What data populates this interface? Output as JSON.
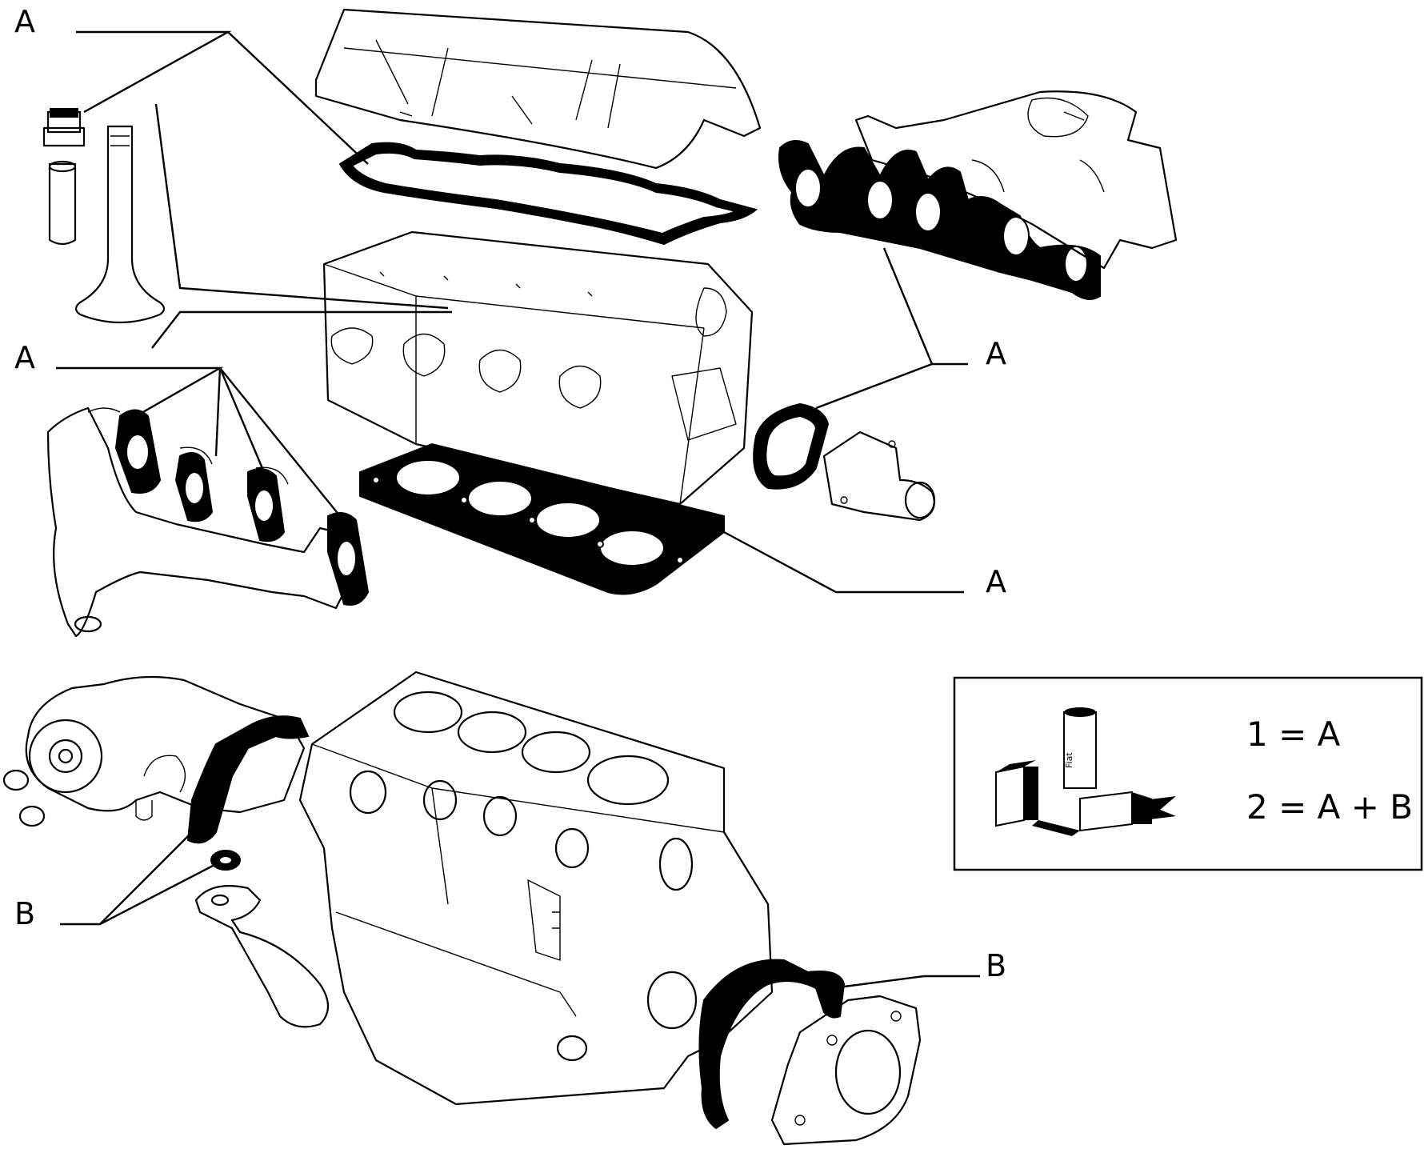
{
  "callouts": {
    "valve_group": "A",
    "exhaust_manifold": "A",
    "intake_manifold": "A",
    "head_gasket": "A",
    "lower_left": "B",
    "rear_seal": "B"
  },
  "legend": {
    "line1": "1 = A",
    "line2": "2 = A + B",
    "kit_brand": "Fiat"
  }
}
